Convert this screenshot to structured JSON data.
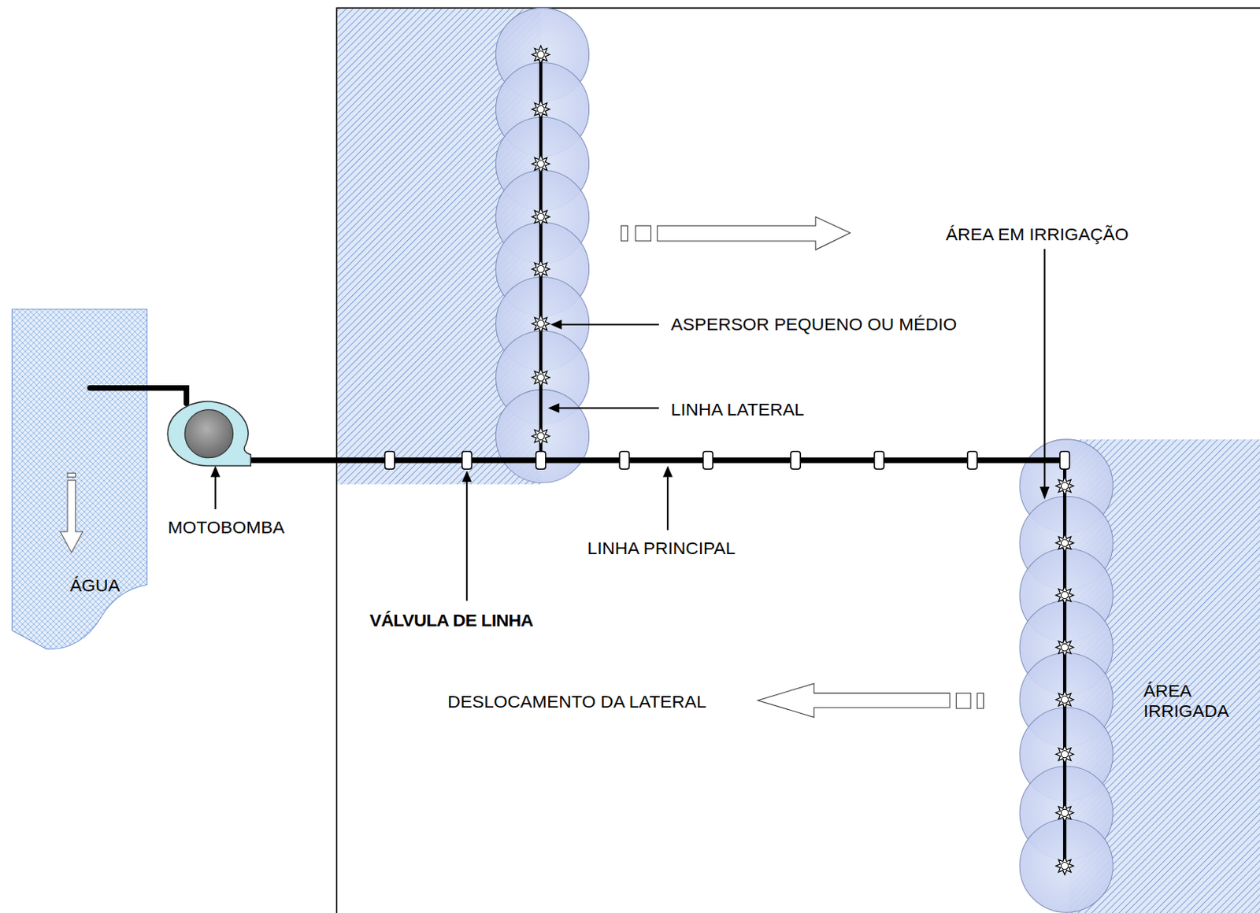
{
  "diagram": {
    "nodes": [
      {
        "text": [
          "ÁGUA"
        ]
      },
      {
        "text": [
          "ÁREA IRRIGADA"
        ]
      }
    ],
    "labels": [
      "ÁREA EM IRRIGAÇÃO",
      "ASPERSOR PEQUENO OU MÉDIO",
      "LINHA LATERAL",
      "MOTOBOMBA",
      "LINHA PRINCIPAL",
      "VÁLVULA DE LINHA",
      "DESLOCAMENTO DA LATERAL"
    ]
  }
}
